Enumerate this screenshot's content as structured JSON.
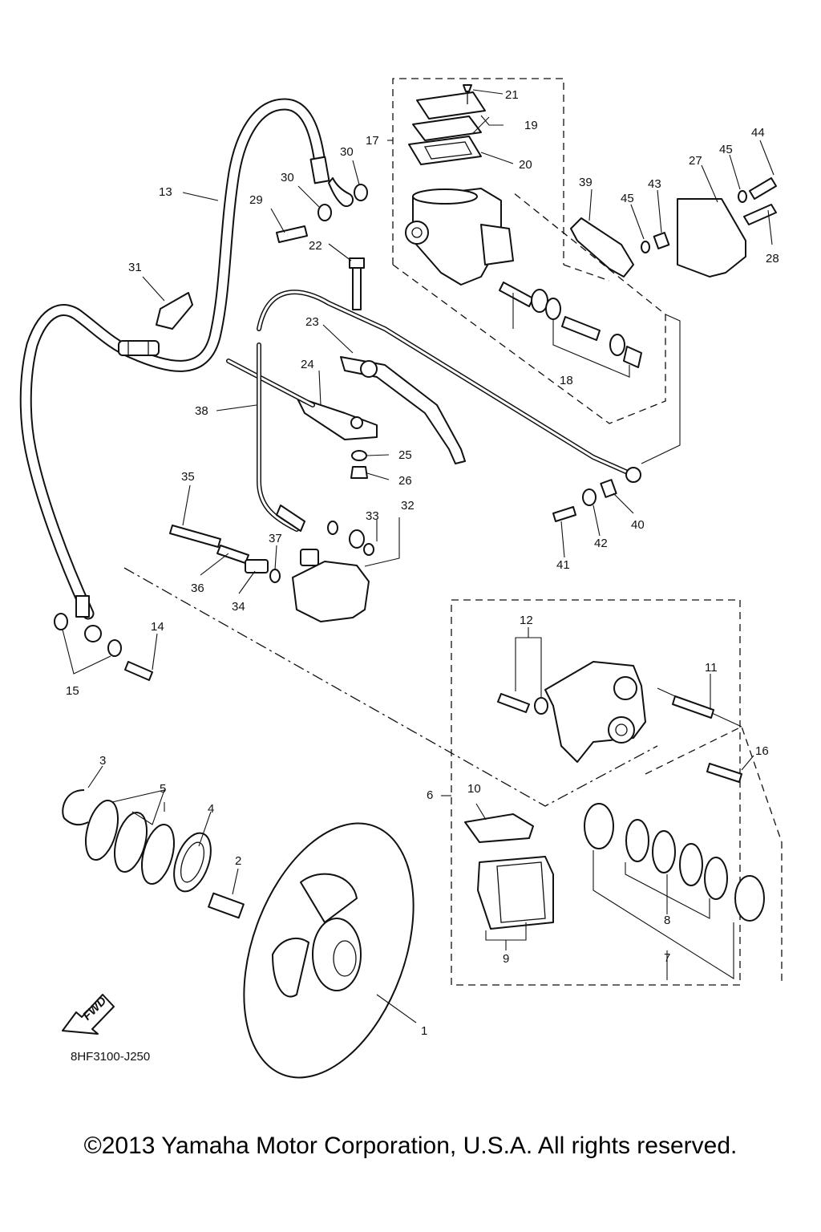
{
  "parts": [
    {
      "no": "1"
    },
    {
      "no": "2"
    },
    {
      "no": "3"
    },
    {
      "no": "4"
    },
    {
      "no": "5"
    },
    {
      "no": "6"
    },
    {
      "no": "7"
    },
    {
      "no": "8"
    },
    {
      "no": "9"
    },
    {
      "no": "10"
    },
    {
      "no": "11"
    },
    {
      "no": "12"
    },
    {
      "no": "13"
    },
    {
      "no": "14"
    },
    {
      "no": "15"
    },
    {
      "no": "16"
    },
    {
      "no": "17"
    },
    {
      "no": "18"
    },
    {
      "no": "19"
    },
    {
      "no": "20"
    },
    {
      "no": "21"
    },
    {
      "no": "22"
    },
    {
      "no": "23"
    },
    {
      "no": "24"
    },
    {
      "no": "25"
    },
    {
      "no": "26"
    },
    {
      "no": "27"
    },
    {
      "no": "28"
    },
    {
      "no": "29"
    },
    {
      "no": "30"
    },
    {
      "no": "31"
    },
    {
      "no": "32"
    },
    {
      "no": "33"
    },
    {
      "no": "34"
    },
    {
      "no": "35"
    },
    {
      "no": "36"
    },
    {
      "no": "37"
    },
    {
      "no": "38"
    },
    {
      "no": "39"
    },
    {
      "no": "40"
    },
    {
      "no": "41"
    },
    {
      "no": "42"
    },
    {
      "no": "43"
    },
    {
      "no": "44"
    },
    {
      "no": "45"
    }
  ],
  "fwd_label": "FWD",
  "reference_code": "8HF3100-J250",
  "copyright": "©2013 Yamaha Motor Corporation, U.S.A. All rights reserved.",
  "colors": {
    "line": "#111111",
    "background": "#ffffff"
  }
}
